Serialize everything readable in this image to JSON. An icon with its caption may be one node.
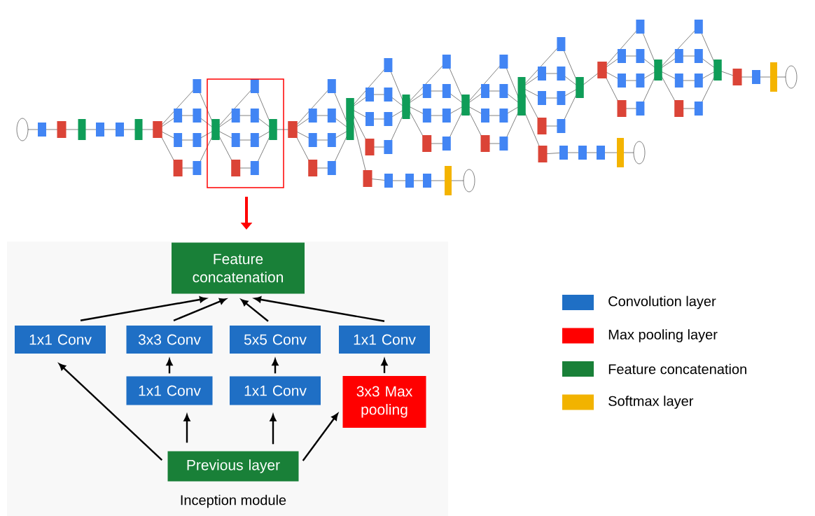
{
  "diagram": {
    "caption": "Inception module",
    "nodes": [
      {
        "text": [
          "Feature concatenation"
        ]
      },
      {
        "text": [
          "1x1 Conv"
        ]
      },
      {
        "text": [
          "3x3 Conv"
        ]
      },
      {
        "text": [
          "5x5 Conv"
        ]
      },
      {
        "text": [
          "1x1 Conv"
        ]
      },
      {
        "text": [
          "1x1 Conv"
        ]
      },
      {
        "text": [
          "1x1 Conv"
        ]
      },
      {
        "text": [
          "3x3 Max pooling"
        ]
      },
      {
        "text": [
          "Previous layer"
        ]
      }
    ],
    "edges": [
      {
        "from": 1,
        "to": 0,
        "arrow": "to"
      },
      {
        "from": 2,
        "to": 0,
        "arrow": "to"
      },
      {
        "from": 3,
        "to": 0,
        "arrow": "to"
      },
      {
        "from": 4,
        "to": 0,
        "arrow": "to"
      },
      {
        "from": 5,
        "to": 2,
        "arrow": "to"
      },
      {
        "from": 6,
        "to": 3,
        "arrow": "to"
      },
      {
        "from": 7,
        "to": 4,
        "arrow": "to"
      },
      {
        "from": 8,
        "to": 1,
        "arrow": "to"
      },
      {
        "from": 8,
        "to": 5,
        "arrow": "to"
      },
      {
        "from": 8,
        "to": 6,
        "arrow": "to"
      },
      {
        "from": 8,
        "to": 7,
        "arrow": "to"
      }
    ],
    "legend": [
      {
        "text": "Convolution layer",
        "color": "#1f6fc5"
      },
      {
        "text": "Max pooling layer",
        "color": "#ff0000"
      },
      {
        "text": "Feature concatenation",
        "color": "#198038"
      },
      {
        "text": "Softmax layer",
        "color": "#f2b300"
      }
    ]
  }
}
